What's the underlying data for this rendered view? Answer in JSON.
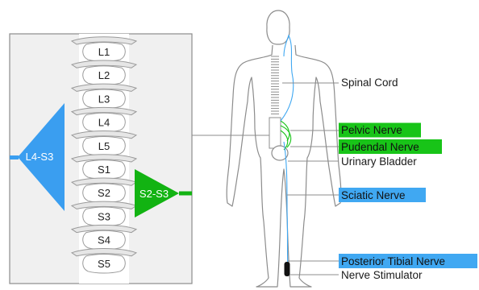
{
  "colors": {
    "lumbar_region": "#3a9ef0",
    "sacral_region": "#12b312",
    "pelvic_nerve_hl": "#18c418",
    "pudendal_nerve_hl": "#18c418",
    "sciatic_nerve_hl": "#40a8f2",
    "tibial_nerve_hl": "#40a8f2",
    "stimulator": "#111111",
    "outline": "#8c8c8c"
  },
  "vertebrae": [
    "L1",
    "L2",
    "L3",
    "L4",
    "L5",
    "S1",
    "S2",
    "S3",
    "S4",
    "S5"
  ],
  "regions": {
    "lumbar": "L4-S3",
    "sacral": "S2-S3"
  },
  "labels": {
    "spinal_cord": "Spinal Cord",
    "pelvic_nerve": "Pelvic Nerve",
    "pudendal_nerve": "Pudendal Nerve",
    "urinary_bladder": "Urinary Bladder",
    "sciatic_nerve": "Sciatic Nerve",
    "posterior_tibial_nerve": "Posterior Tibial Nerve",
    "nerve_stimulator": "Nerve Stimulator"
  }
}
